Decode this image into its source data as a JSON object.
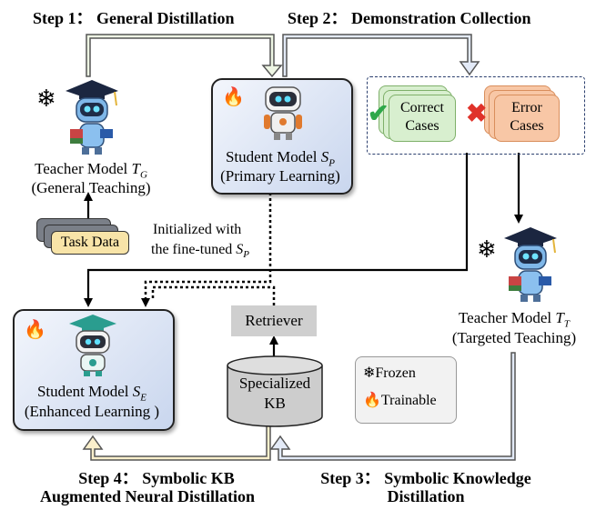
{
  "steps": {
    "step1": "Step 1： General Distillation",
    "step2": "Step 2： Demonstration Collection",
    "step3_line1": "Step 3： Symbolic Knowledge",
    "step3_line2": "Distillation",
    "step4_line1": "Step 4： Symbolic KB",
    "step4_line2": "Augmented Neural Distillation"
  },
  "teacher_general": {
    "line1_prefix": "Teacher Model ",
    "symbol": "T",
    "subscript": "G",
    "line2": "(General Teaching)"
  },
  "student_primary": {
    "line1_prefix": "Student Model ",
    "symbol": "S",
    "subscript": "P",
    "line2": "(Primary Learning)"
  },
  "cases": {
    "correct": [
      "Correct",
      "Cases"
    ],
    "error": [
      "Error",
      "Cases"
    ]
  },
  "task_data": "Task Data",
  "init_note": {
    "line1": "Initialized with",
    "line2_prefix": "the fine-tuned ",
    "symbol": "S",
    "subscript": "P"
  },
  "teacher_targeted": {
    "line1_prefix": "Teacher Model ",
    "symbol": "T",
    "subscript": "T",
    "line2": "(Targeted Teaching)"
  },
  "retriever": "Retriever",
  "kb": [
    "Specialized",
    "KB"
  ],
  "student_enhanced": {
    "line1_prefix": "Student Model ",
    "symbol": "S",
    "subscript": "E",
    "line2": "(Enhanced Learning )"
  },
  "legend": {
    "frozen": "Frozen",
    "trainable": "Trainable"
  },
  "colors": {
    "arrow_green": "#d7ecc0",
    "arrow_blue": "#c3d3ee",
    "arrow_yellow": "#f7e3a4",
    "arrow_gray": "#c8c8c8",
    "fire": "#f06a1a",
    "check": "#2ea84a",
    "cross": "#e0322a"
  }
}
